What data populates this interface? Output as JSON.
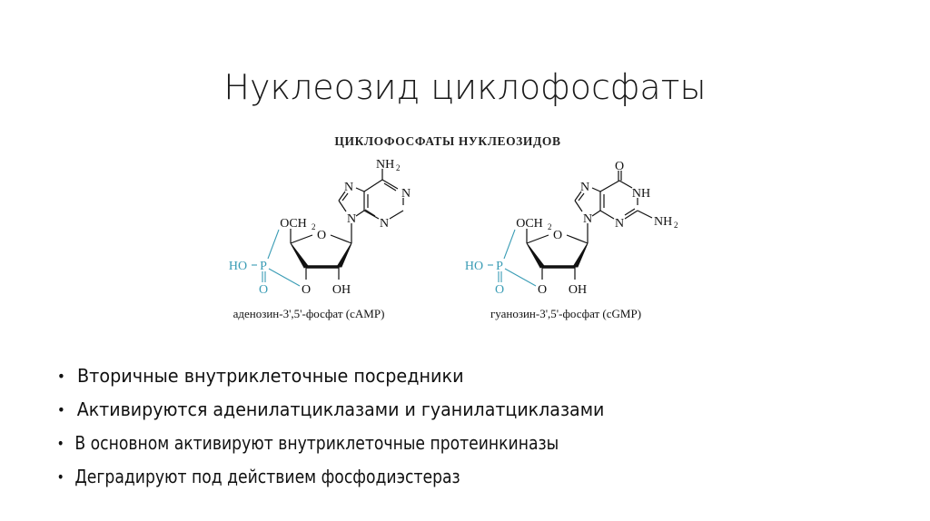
{
  "slide": {
    "title": "Нуклеозид циклофосфаты"
  },
  "figure": {
    "heading": "ЦИКЛОФОСФАТЫ НУКЛЕОЗИДОВ",
    "phosphate_color": "#3a9cb5",
    "bond_color": "#111111",
    "structures": [
      {
        "id": "camp",
        "caption": "аденозин-3',5'-фосфат (cAMP)",
        "base": "adenine",
        "labels": {
          "nh2": "NH",
          "nh2_sub": "2",
          "n7": "N",
          "n1": "N",
          "n3": "N",
          "n9": "N",
          "och2": "OCH",
          "och2_sub": "2",
          "ring_o": "O",
          "ho": "HO",
          "p": "P",
          "p_o": "O",
          "o3": "O",
          "oh": "OH"
        }
      },
      {
        "id": "cgmp",
        "caption": "гуанозин-3',5'-фосфат (cGMP)",
        "base": "guanine",
        "labels": {
          "o6": "O",
          "nh": "NH",
          "nh2": "NH",
          "nh2_sub": "2",
          "n7": "N",
          "n3": "N",
          "n9": "N",
          "och2": "OCH",
          "och2_sub": "2",
          "ring_o": "O",
          "ho": "HO",
          "p": "P",
          "p_o": "O",
          "o3": "O",
          "oh": "OH"
        }
      }
    ]
  },
  "bullets": [
    "Вторичные внутриклеточные посредники",
    "Активируются аденилатциклазами и гуанилатциклазами",
    "В основном активируют внутриклеточные протеинкиназы",
    "Деградируют под действием фосфодиэстераз"
  ],
  "bullet_symbol": "•"
}
